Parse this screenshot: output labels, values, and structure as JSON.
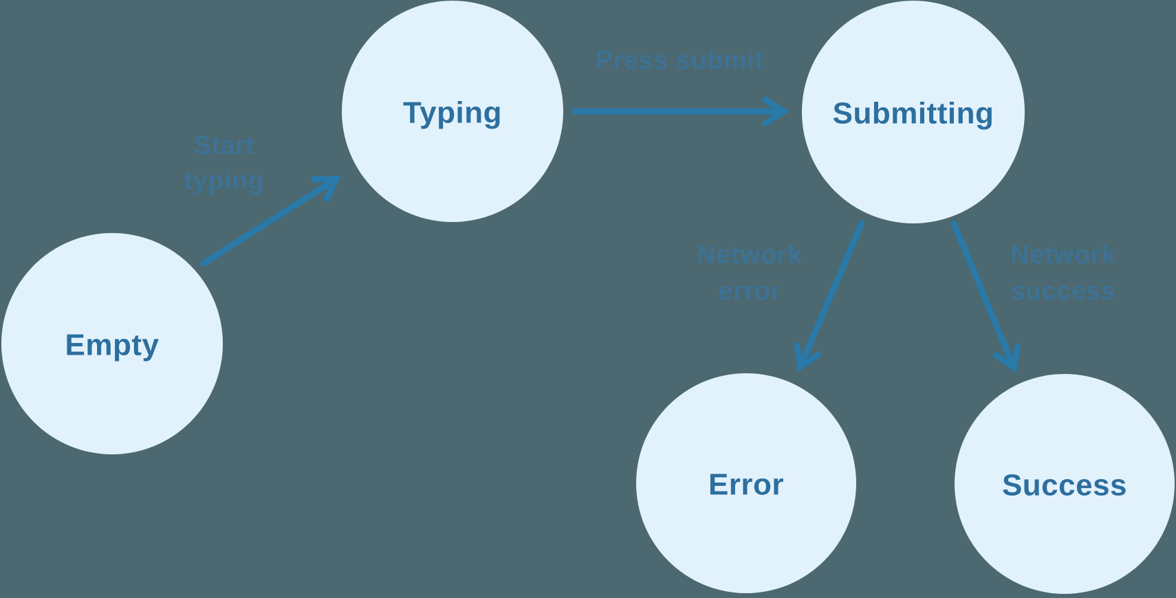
{
  "diagram": {
    "title": "form-submission-state-machine",
    "colors": {
      "background": "#4c6870",
      "node_fill": "#e2f2fc",
      "node_text": "#2d6f9e",
      "arrow": "#2979a9",
      "edge_label_text": "#3d7294"
    },
    "nodes": [
      {
        "id": "empty",
        "label": "Empty"
      },
      {
        "id": "typing",
        "label": "Typing"
      },
      {
        "id": "submitting",
        "label": "Submitting"
      },
      {
        "id": "error",
        "label": "Error"
      },
      {
        "id": "success",
        "label": "Success"
      }
    ],
    "edges": [
      {
        "from": "empty",
        "to": "typing",
        "label": "Start typing",
        "lines": [
          "Start",
          "typing"
        ]
      },
      {
        "from": "typing",
        "to": "submitting",
        "label": "Press submit",
        "lines": [
          "Press submit"
        ]
      },
      {
        "from": "submitting",
        "to": "error",
        "label": "Network error",
        "lines": [
          "Network",
          "error"
        ]
      },
      {
        "from": "submitting",
        "to": "success",
        "label": "Network success",
        "lines": [
          "Network",
          "success"
        ]
      }
    ]
  }
}
